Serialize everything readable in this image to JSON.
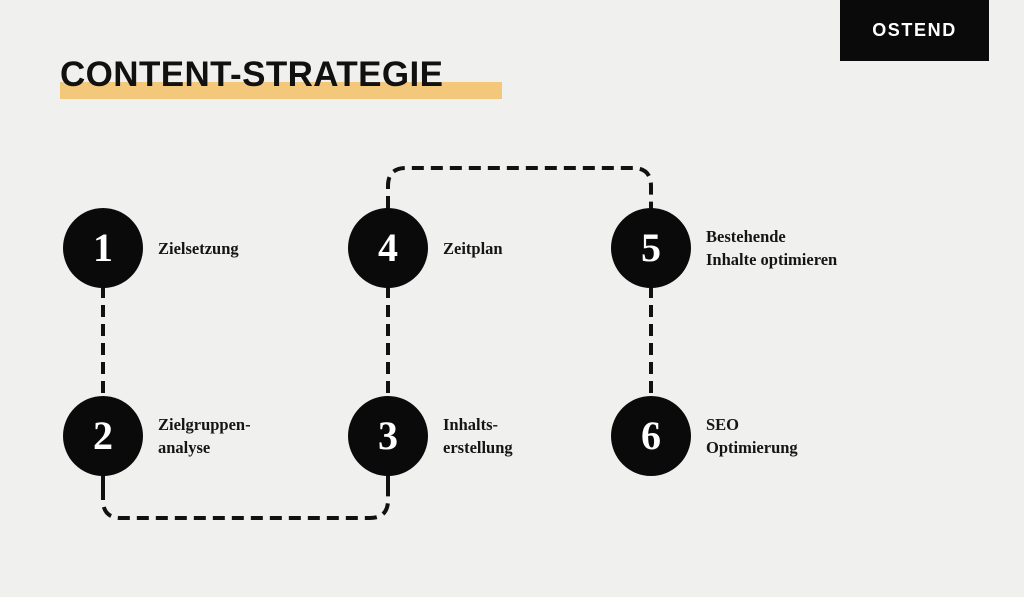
{
  "background_color": "#f0f0ef",
  "accent_color": "#f3c87b",
  "ink_color": "#0a0a0a",
  "brand": {
    "name": "OSTEND",
    "box_color": "#0a0a0a",
    "text_color": "#ffffff"
  },
  "header": {
    "title": "CONTENT-STRATEGIE",
    "highlight_color": "#f3c87b"
  },
  "steps": [
    {
      "number": "1",
      "label": "Zielsetzung"
    },
    {
      "number": "2",
      "label": "Zielgruppen-\nanalyse"
    },
    {
      "number": "3",
      "label": "Inhalts-\nerstellung"
    },
    {
      "number": "4",
      "label": "Zeitplan"
    },
    {
      "number": "5",
      "label": "Bestehende\nInhalte optimieren"
    },
    {
      "number": "6",
      "label": "SEO\nOptimierung"
    }
  ],
  "connectors": [
    {
      "name": "connector-1-to-2",
      "style": "dashed-vertical"
    },
    {
      "name": "connector-2-to-3",
      "style": "dashed-u-below"
    },
    {
      "name": "connector-3-to-4",
      "style": "dashed-vertical"
    },
    {
      "name": "connector-4-to-5",
      "style": "dashed-arch-above"
    },
    {
      "name": "connector-5-to-6",
      "style": "dashed-vertical"
    }
  ]
}
